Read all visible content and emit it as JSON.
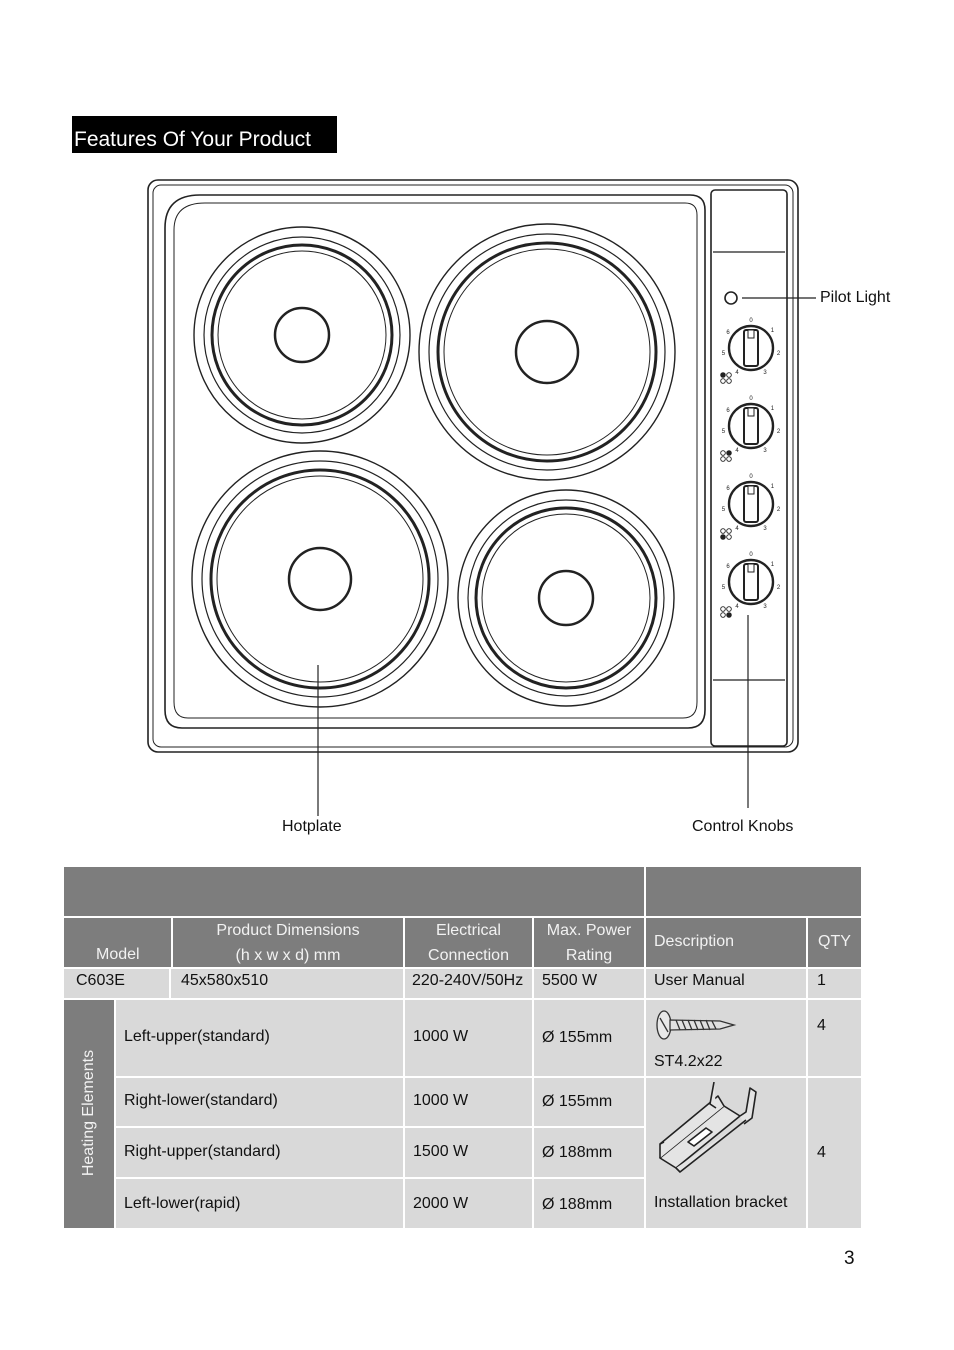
{
  "page": {
    "title": "Features Of Your Product",
    "page_number": "3"
  },
  "diagram": {
    "labels": {
      "pilot_light": "Pilot Light",
      "hotplate": "Hotplate",
      "control_knobs": "Control Knobs"
    },
    "knob_marks": [
      "0",
      "1",
      "2",
      "3",
      "4",
      "5",
      "6"
    ]
  },
  "spec_table": {
    "headers": {
      "model": "Model",
      "dimensions_line1": "Product Dimensions",
      "dimensions_line2": "(h x w x d) mm",
      "electrical_line1": "Electrical",
      "electrical_line2": "Connection",
      "power_line1": "Max. Power",
      "power_line2": "Rating"
    },
    "row": {
      "model": "C603E",
      "dimensions": "45x580x510",
      "electrical": "220-240V/50Hz",
      "power": "5500 W"
    },
    "heating_elements_label": "Heating Elements",
    "elements": [
      {
        "name": "Left-upper(standard)",
        "power": "1000 W",
        "diameter": "Ø 155mm"
      },
      {
        "name": "Right-lower(standard)",
        "power": "1000 W",
        "diameter": "Ø 155mm"
      },
      {
        "name": "Right-upper(standard)",
        "power": "1500 W",
        "diameter": "Ø 188mm"
      },
      {
        "name": "Left-lower(rapid)",
        "power": "2000 W",
        "diameter": "Ø 188mm"
      }
    ]
  },
  "accessories_table": {
    "headers": {
      "description": "Description",
      "qty": "QTY"
    },
    "items": [
      {
        "description": "User Manual",
        "qty": "1"
      },
      {
        "description": "ST4.2x22",
        "qty": "4"
      },
      {
        "description": "Installation bracket",
        "qty": "4"
      }
    ]
  }
}
